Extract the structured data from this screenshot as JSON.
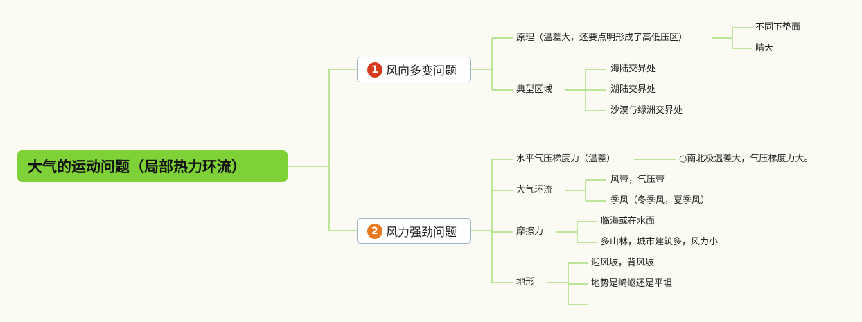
{
  "root": {
    "title": "大气的运动问题（局部热力环流）"
  },
  "branches": [
    {
      "num": "1",
      "num_color": "#d83a1c",
      "title": "风向多变问题",
      "children": [
        {
          "label": "原理（温差大，还要点明形成了高低压区）",
          "leaves": [
            "不同下垫面",
            "晴天"
          ]
        },
        {
          "label": "典型区域",
          "leaves": [
            "海陆交界处",
            "湖陆交界处",
            "沙漠与绿洲交界处"
          ]
        }
      ]
    },
    {
      "num": "2",
      "num_color": "#e8791e",
      "title": "风力强劲问题",
      "children": [
        {
          "label": "水平气压梯度力（温差）",
          "leaves": [
            "○南北极温差大，气压梯度力大。"
          ]
        },
        {
          "label": "大气环流",
          "leaves": [
            "风带，气压带",
            "季风（冬季风，夏季风）"
          ]
        },
        {
          "label": "摩擦力",
          "leaves": [
            "临海或在水面",
            "多山林，城市建筑多，风力小"
          ]
        },
        {
          "label": "地形",
          "leaves": [
            "迎风坡，背风坡",
            "地势是崎岖还是平坦"
          ]
        }
      ]
    }
  ],
  "colors": {
    "root_fill": "#7ed136",
    "connector": "#a8e080",
    "background": "#fbfbf3"
  }
}
